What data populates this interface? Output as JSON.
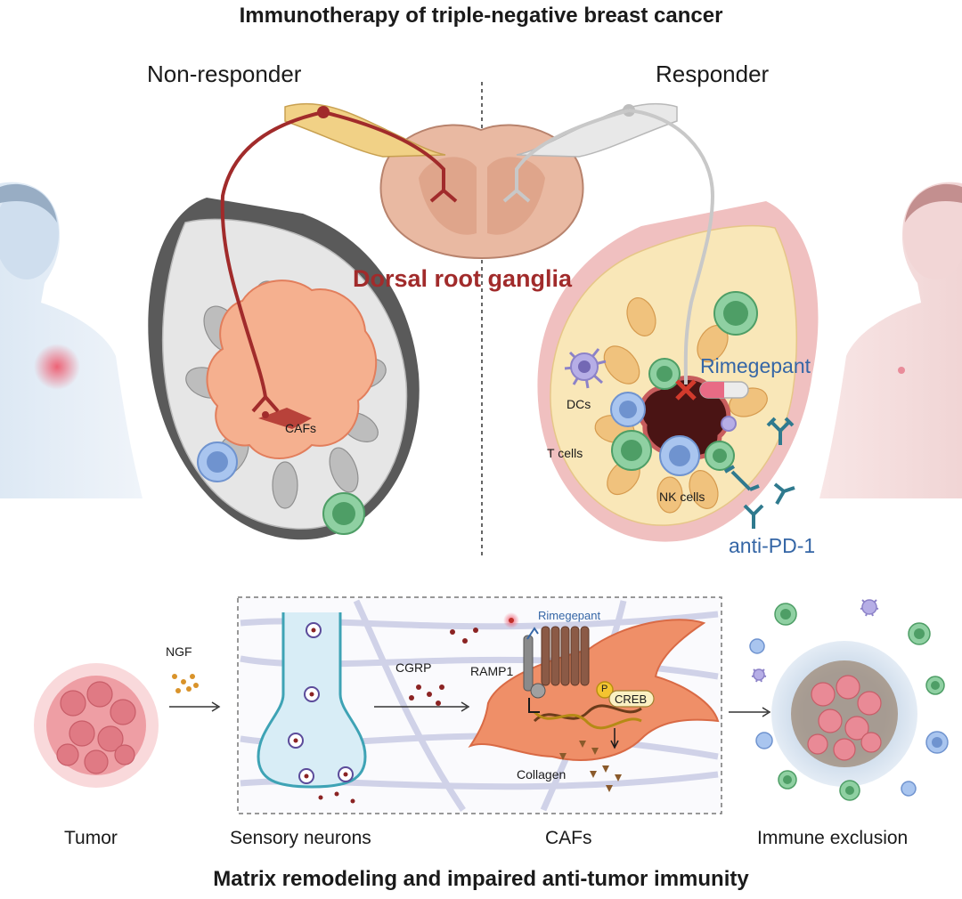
{
  "title": "Immunotherapy of triple-negative breast cancer",
  "bottom_title": "Matrix remodeling and impaired anti-tumor immunity",
  "panels": {
    "left_label": "Non-responder",
    "right_label": "Responder"
  },
  "labels": {
    "dorsal_root_ganglia": "Dorsal root ganglia",
    "cafs_left": "CAFs",
    "rimegepant_top": "Rimegepant",
    "dcs": "DCs",
    "t_cells": "T cells",
    "nk_cells": "NK cells",
    "anti_pd1": "anti-PD-1",
    "ngf": "NGF",
    "cgrp": "CGRP",
    "rimegepant_bottom": "Rimegepant",
    "ramp1": "RAMP1",
    "p": "P",
    "creb": "CREB",
    "collagen": "Collagen"
  },
  "captions": {
    "tumor": "Tumor",
    "sensory_neurons": "Sensory neurons",
    "cafs": "CAFs",
    "immune_exclusion": "Immune exclusion"
  },
  "colors": {
    "nerve_red": "#a12b2b",
    "drug_blue": "#3566a6",
    "tumor_peach": "#f5b08f",
    "fibroblast_orange": "#ef8f68",
    "tissue_yellow": "#f9e7b8",
    "tcell_green": "#6fbf86",
    "bcell_blue": "#8fb3e8"
  }
}
